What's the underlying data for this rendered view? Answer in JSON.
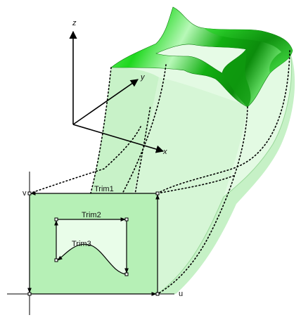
{
  "axes3d": {
    "x": "x",
    "y": "y",
    "z": "z"
  },
  "axes2d": {
    "u": "u",
    "v": "v"
  },
  "trims": [
    "Trim1",
    "Trim2",
    "Trim3"
  ],
  "colors": {
    "surface_light": "#e6fbe6",
    "surface_mid": "#c9f3c9",
    "surface_dark": "#a9eaa9",
    "tube_bright": "#2bdc2b",
    "tube_dark": "#0e9a0e",
    "param_square": "#b6f0b6",
    "param_hole": "#e9fde9",
    "line": "#000000"
  }
}
